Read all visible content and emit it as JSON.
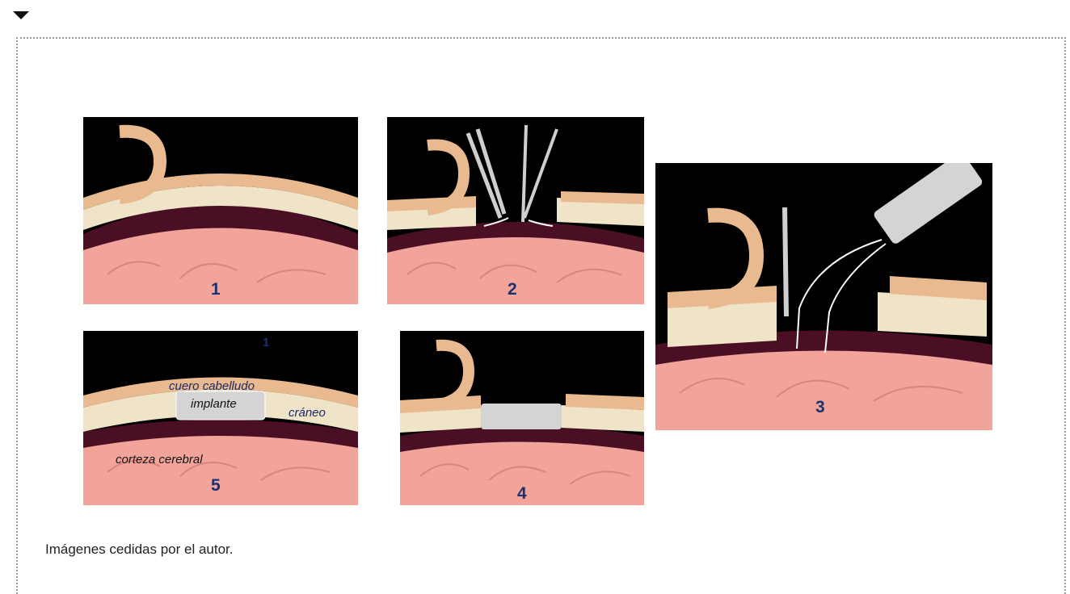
{
  "toggle": {
    "icon": "caret-down-icon"
  },
  "panels": {
    "p1": {
      "number": "1"
    },
    "p2": {
      "number": "2"
    },
    "p3": {
      "number": "3"
    },
    "p4": {
      "number": "4"
    },
    "p5": {
      "number": "5",
      "stray_number": "1",
      "labels": {
        "scalp": "cuero cabelludo",
        "implant": "implante",
        "skull": "cráneo",
        "cortex": "corteza cerebral"
      }
    }
  },
  "caption": "Imágenes cedidas por el autor.",
  "colors": {
    "background": "#000000",
    "scalp": "#e9b98f",
    "bone": "#efe3c8",
    "brain": "#f2a39a",
    "vessels": "#7a1b3a",
    "implant": "#d4d4d4",
    "number": "#1c3170"
  }
}
